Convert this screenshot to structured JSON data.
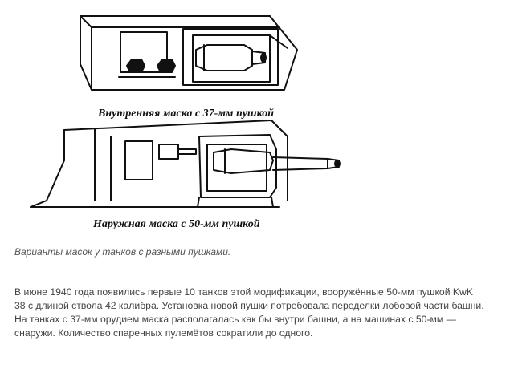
{
  "figure": {
    "caption_top": "Внутренняя маска с 37-мм пушкой",
    "caption_bottom": "Наружная маска с 50-мм пушкой",
    "caption": "Варианты масок у танков с разными пушками."
  },
  "article": {
    "lines": [
      "В июне 1940 года появились первые 10 танков этой модификации, вооружённые 50-мм пушкой KwK",
      "38 с длиной ствола 42 калибра. Установка новой пушки потребовала переделки лобовой части башни.",
      "На танках с 37-мм орудием маска располагалась как бы внутри башни, а на машинах с 50-мм —",
      "снаружи. Количество спаренных пулемётов сократили до одного."
    ]
  }
}
